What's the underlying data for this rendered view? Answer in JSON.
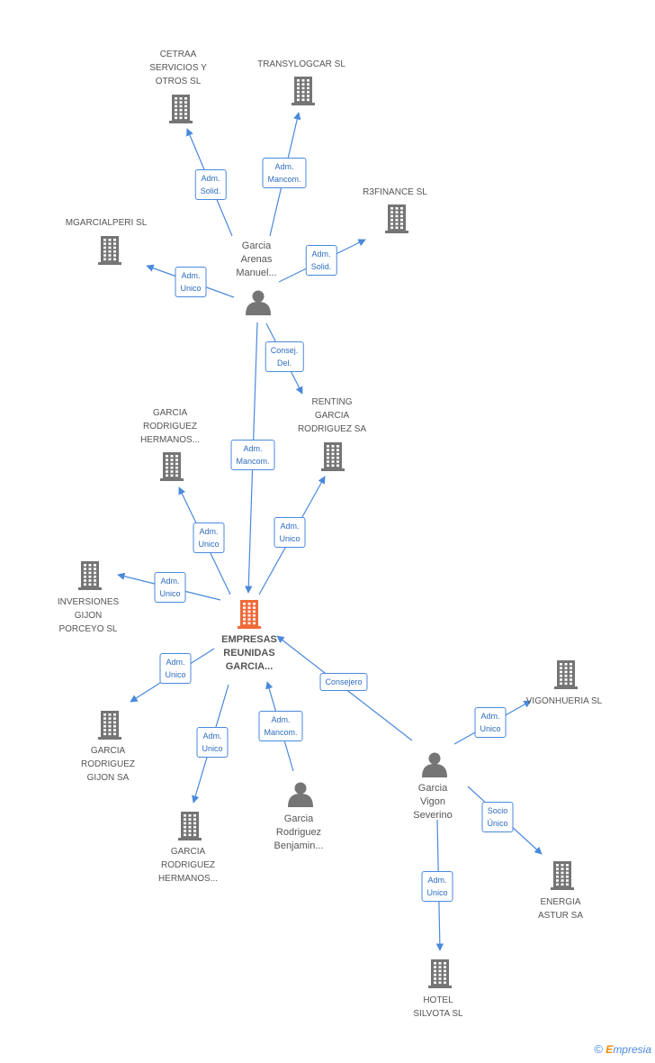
{
  "colors": {
    "edge": "#4a89dc",
    "company": "#757575",
    "focus_company": "#f06a3a",
    "person": "#757575"
  },
  "nodes": [
    {
      "id": "empresas",
      "kind": "company-focus",
      "lines": [
        "EMPRESAS",
        "REUNIDAS",
        "GARCIA..."
      ]
    },
    {
      "id": "garcia_arenas",
      "kind": "person",
      "lines": [
        "Garcia",
        "Arenas",
        "Manuel..."
      ]
    },
    {
      "id": "garcia_vigon",
      "kind": "person",
      "lines": [
        "Garcia",
        "Vigon",
        "Severino"
      ]
    },
    {
      "id": "garcia_benjamin",
      "kind": "person",
      "lines": [
        "Garcia",
        "Rodriguez",
        "Benjamin..."
      ]
    },
    {
      "id": "cetraa",
      "kind": "company",
      "lines": [
        "CETRAA",
        "SERVICIOS Y",
        "OTROS SL"
      ]
    },
    {
      "id": "transylogcar",
      "kind": "company",
      "lines": [
        "TRANSYLOGCAR SL"
      ]
    },
    {
      "id": "r3finance",
      "kind": "company",
      "lines": [
        "R3FINANCE SL"
      ]
    },
    {
      "id": "mgarcialperi",
      "kind": "company",
      "lines": [
        "MGARCIALPERI SL"
      ]
    },
    {
      "id": "renting",
      "kind": "company",
      "lines": [
        "RENTING",
        "GARCIA",
        "RODRIGUEZ SA"
      ]
    },
    {
      "id": "grh_top",
      "kind": "company",
      "lines": [
        "GARCIA",
        "RODRIGUEZ",
        "HERMANOS..."
      ]
    },
    {
      "id": "inversiones",
      "kind": "company",
      "lines": [
        "INVERSIONES",
        "GIJON",
        "PORCEYO SL"
      ]
    },
    {
      "id": "gr_gijon",
      "kind": "company",
      "lines": [
        "GARCIA",
        "RODRIGUEZ",
        "GIJON SA"
      ]
    },
    {
      "id": "grh_bottom",
      "kind": "company",
      "lines": [
        "GARCIA",
        "RODRIGUEZ",
        "HERMANOS..."
      ]
    },
    {
      "id": "vigonhueria",
      "kind": "company",
      "lines": [
        "VIGONHUERIA SL"
      ]
    },
    {
      "id": "energia",
      "kind": "company",
      "lines": [
        "ENERGIA",
        "ASTUR SA"
      ]
    },
    {
      "id": "hotel",
      "kind": "company",
      "lines": [
        "HOTEL",
        "SILVOTA SL"
      ]
    }
  ],
  "edges": [
    {
      "from": "garcia_arenas",
      "to": "cetraa",
      "label": [
        "Adm.",
        "Solid."
      ]
    },
    {
      "from": "garcia_arenas",
      "to": "transylogcar",
      "label": [
        "Adm.",
        "Mancom."
      ]
    },
    {
      "from": "garcia_arenas",
      "to": "r3finance",
      "label": [
        "Adm.",
        "Solid."
      ]
    },
    {
      "from": "garcia_arenas",
      "to": "mgarcialperi",
      "label": [
        "Adm.",
        "Unico"
      ]
    },
    {
      "from": "garcia_arenas",
      "to": "renting",
      "label": [
        "Consej.",
        "Del."
      ]
    },
    {
      "from": "garcia_arenas",
      "to": "empresas",
      "label": [
        "Adm.",
        "Mancom."
      ]
    },
    {
      "from": "empresas",
      "to": "grh_top",
      "label": [
        "Adm.",
        "Unico"
      ]
    },
    {
      "from": "empresas",
      "to": "renting",
      "label": [
        "Adm.",
        "Unico"
      ]
    },
    {
      "from": "empresas",
      "to": "inversiones",
      "label": [
        "Adm.",
        "Unico"
      ]
    },
    {
      "from": "empresas",
      "to": "gr_gijon",
      "label": [
        "Adm.",
        "Unico"
      ]
    },
    {
      "from": "empresas",
      "to": "grh_bottom",
      "label": [
        "Adm.",
        "Unico"
      ]
    },
    {
      "from": "garcia_benjamin",
      "to": "empresas",
      "label": [
        "Adm.",
        "Mancom."
      ]
    },
    {
      "from": "garcia_vigon",
      "to": "empresas",
      "label": [
        "Consejero"
      ]
    },
    {
      "from": "garcia_vigon",
      "to": "vigonhueria",
      "label": [
        "Adm.",
        "Unico"
      ]
    },
    {
      "from": "garcia_vigon",
      "to": "energia",
      "label": [
        "Socio",
        "Único"
      ]
    },
    {
      "from": "garcia_vigon",
      "to": "hotel",
      "label": [
        "Adm.",
        "Unico"
      ]
    }
  ],
  "footer": {
    "copyright": "©",
    "brand_initial": "E",
    "brand_rest": "mpresia"
  }
}
